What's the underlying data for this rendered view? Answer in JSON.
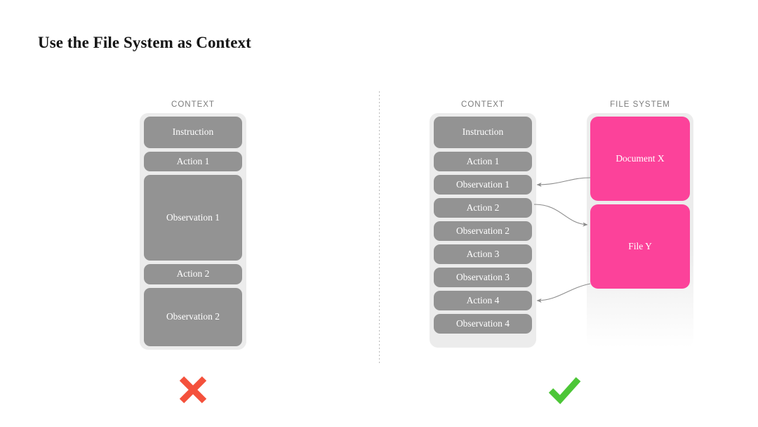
{
  "title": "Use the File System as Context",
  "colors": {
    "block_gray": "#939393",
    "container_gray": "#ececec",
    "file_pink": "#fc429a",
    "cross_red": "#f4513c",
    "check_green": "#4cc637",
    "label_gray": "#7b7b7b",
    "connector_gray": "#8c8c8c",
    "background": "#ffffff"
  },
  "left_panel": {
    "column_label": "CONTEXT",
    "verdict_icon": "cross-icon",
    "blocks": [
      {
        "label": "Instruction"
      },
      {
        "label": "Action 1"
      },
      {
        "label": "Observation 1"
      },
      {
        "label": "Action 2"
      },
      {
        "label": "Observation 2"
      }
    ]
  },
  "right_panel": {
    "context_label": "CONTEXT",
    "filesystem_label": "FILE SYSTEM",
    "verdict_icon": "check-icon",
    "context_blocks": [
      {
        "label": "Instruction"
      },
      {
        "label": "Action 1"
      },
      {
        "label": "Observation 1"
      },
      {
        "label": "Action 2"
      },
      {
        "label": "Observation 2"
      },
      {
        "label": "Action 3"
      },
      {
        "label": "Observation 3"
      },
      {
        "label": "Action 4"
      },
      {
        "label": "Observation 4"
      }
    ],
    "files": [
      {
        "label": "Document X"
      },
      {
        "label": "File Y"
      }
    ],
    "connections": [
      {
        "from": "Document X",
        "to": "Observation 1",
        "direction": "file-to-context"
      },
      {
        "from": "Action 2",
        "to": "File Y",
        "direction": "context-to-file"
      },
      {
        "from": "File Y",
        "to": "Action 4",
        "direction": "file-to-context"
      }
    ]
  }
}
